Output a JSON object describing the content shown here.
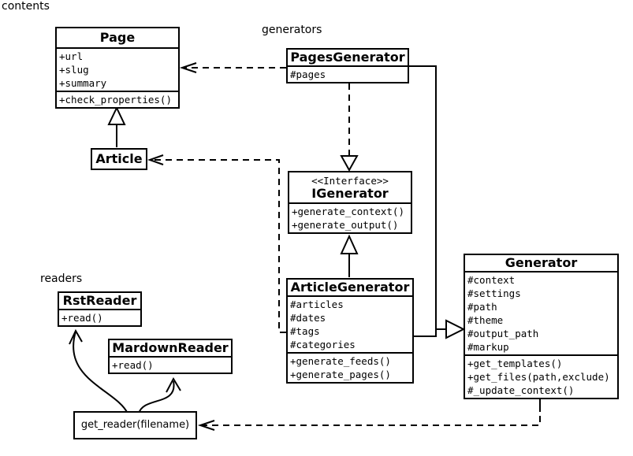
{
  "diagram_title": "UML class diagram",
  "colors": {
    "line": "#000000",
    "background": "#ffffff"
  },
  "packages": {
    "contents": {
      "label": "contents"
    },
    "generators": {
      "label": "generators"
    },
    "readers": {
      "label": "readers"
    }
  },
  "classes": {
    "page": {
      "name": "Page",
      "attributes": [
        "+url",
        "+slug",
        "+summary"
      ],
      "methods": [
        "+check_properties()"
      ]
    },
    "article": {
      "name": "Article"
    },
    "pages_generator": {
      "name": "PagesGenerator",
      "attributes": [
        "#pages"
      ]
    },
    "igenerator": {
      "stereotype": "<<Interface>>",
      "name": "IGenerator",
      "methods": [
        "+generate_context()",
        "+generate_output()"
      ]
    },
    "article_generator": {
      "name": "ArticleGenerator",
      "attributes": [
        "#articles",
        "#dates",
        "#tags",
        "#categories"
      ],
      "methods": [
        "+generate_feeds()",
        "+generate_pages()"
      ]
    },
    "generator": {
      "name": "Generator",
      "attributes": [
        "#context",
        "#settings",
        "#path",
        "#theme",
        "#output_path",
        "#markup"
      ],
      "methods": [
        "+get_templates()",
        "+get_files(path,exclude)",
        "#_update_context()"
      ]
    },
    "rst_reader": {
      "name": "RstReader",
      "methods": [
        "+read()"
      ]
    },
    "mardown_reader": {
      "name": "MardownReader",
      "methods": [
        "+read()"
      ]
    },
    "get_reader": {
      "label": "get_reader(filename)"
    }
  },
  "relationships": [
    {
      "from": "Article",
      "to": "Page",
      "type": "generalization"
    },
    {
      "from": "PagesGenerator",
      "to": "Page",
      "type": "dependency"
    },
    {
      "from": "ArticleGenerator",
      "to": "Article",
      "type": "dependency"
    },
    {
      "from": "PagesGenerator",
      "to": "IGenerator",
      "type": "realization"
    },
    {
      "from": "ArticleGenerator",
      "to": "IGenerator",
      "type": "generalization"
    },
    {
      "from": "PagesGenerator",
      "to": "Generator",
      "type": "generalization"
    },
    {
      "from": "ArticleGenerator",
      "to": "Generator",
      "type": "generalization"
    },
    {
      "from": "Generator",
      "to": "get_reader(filename)",
      "type": "dependency"
    },
    {
      "from": "get_reader(filename)",
      "to": "RstReader",
      "type": "arrow"
    },
    {
      "from": "get_reader(filename)",
      "to": "MardownReader",
      "type": "arrow"
    }
  ]
}
